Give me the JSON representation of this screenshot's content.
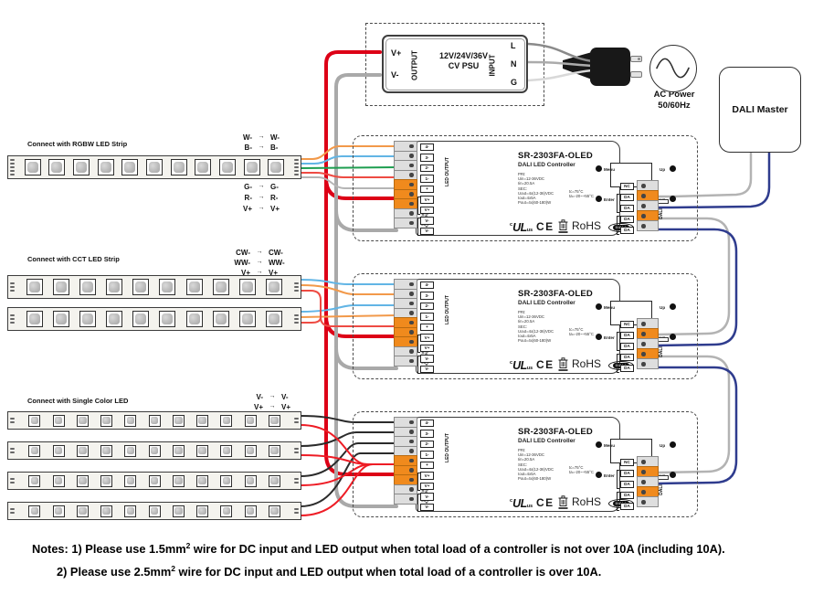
{
  "psu": {
    "dc_plus": "V+",
    "dc_minus": "V-",
    "output_label": "OUTPUT",
    "input_label": "INPUT",
    "title_line1": "12V/24V/36V",
    "title_line2": "CV PSU",
    "ac_terminals": [
      "L",
      "N",
      "G"
    ]
  },
  "ac": {
    "label_line1": "AC Power",
    "label_line2": "50/60Hz"
  },
  "dali_master": {
    "label": "DALI Master"
  },
  "controller": {
    "title": "SR-2303FA-OLED",
    "subtitle": "DALI LED Controller",
    "specs": [
      "PRI:",
      "Uin=12-36VDC",
      "Iin=20.5A",
      "SEC:",
      "Uout=4x(12-36)VDC",
      "Iout=4x5A",
      "Pout=4x(60-180)W"
    ],
    "temp": [
      "tc=75°C",
      "ta=-20~+55°C"
    ],
    "buttons": {
      "menu": "Menu",
      "enter": "Enter",
      "up": "Up",
      "down": "Down"
    },
    "left_terminals": [
      "4-",
      "3-",
      "2-",
      "1-",
      "+",
      "V+",
      "V+",
      "V-",
      "V-"
    ],
    "led_output_label": "LED OUTPUT",
    "dc_input_voltage": "12-36V",
    "dc_input_label": "DC INPUT",
    "right_terminals": [
      "NC",
      "DA",
      "DA",
      "DA",
      "DA"
    ],
    "dali_port_label": "DALI",
    "wire_gauge": {
      "range": "0.5-1.5mm²",
      "strip_len": "5-7mm"
    },
    "certs": {
      "ul_c": "c",
      "ul": "UL",
      "ul_us": "us",
      "ce": "CE",
      "rohs": "RoHS",
      "dali_logo": "DALI"
    }
  },
  "strips": {
    "rgbw": {
      "label": "Connect with RGBW LED Strip",
      "pairs": [
        {
          "from": "W-",
          "to": "W-"
        },
        {
          "from": "B-",
          "to": "B-"
        },
        {
          "from": "G-",
          "to": "G-"
        },
        {
          "from": "R-",
          "to": "R-"
        },
        {
          "from": "V+",
          "to": "V+"
        }
      ]
    },
    "cct": {
      "label": "Connect with CCT LED Strip",
      "pairs": [
        {
          "from": "CW-",
          "to": "CW-"
        },
        {
          "from": "WW-",
          "to": "WW-"
        },
        {
          "from": "V+",
          "to": "V+"
        }
      ]
    },
    "single": {
      "label": "Connect with Single Color LED",
      "pairs": [
        {
          "from": "V-",
          "to": "V-"
        },
        {
          "from": "V+",
          "to": "V+"
        }
      ]
    }
  },
  "notes": {
    "line1_pre": "Notes: 1) Please use 1.5mm",
    "line1_sup": "2",
    "line1_post": " wire for DC input and LED output when total load of a controller is not over 10A (including 10A).",
    "line2_pre": "2) Please use 2.5mm",
    "line2_sup": "2",
    "line2_post": " wire for DC input and LED output when total load of a controller is over 10A."
  },
  "ui": {
    "arrow": "→"
  },
  "colors": {
    "wire_red": "#dd0016",
    "wire_gray": "#a9a9a9",
    "dali_blue": "#2f3c8e",
    "dali_gray": "#b3b3b3",
    "terminal_orange": "#f08a1d",
    "wire_orange": "#f2994a",
    "wire_blue": "#62b5e5",
    "wire_green": "#1e9e50",
    "wire_pink_red": "#ee4b43",
    "wire_black": "#2b2b2b"
  }
}
